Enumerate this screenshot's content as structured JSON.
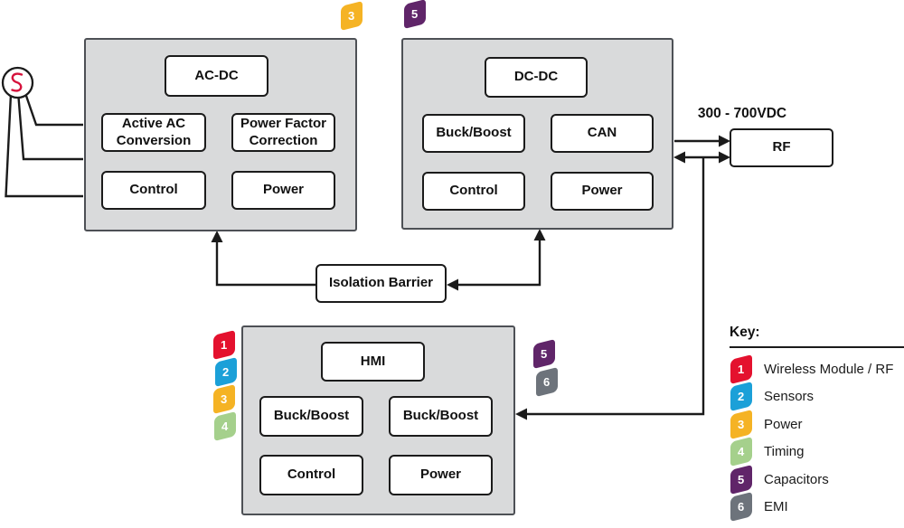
{
  "diagram": {
    "acdc": {
      "title": "AC-DC",
      "cell1": "Active AC Conversion",
      "cell2": "Power Factor Correction",
      "cell3": "Control",
      "cell4": "Power"
    },
    "dcdc": {
      "title": "DC-DC",
      "cell1": "Buck/Boost",
      "cell2": "CAN",
      "cell3": "Control",
      "cell4": "Power"
    },
    "hmi": {
      "title": "HMI",
      "cell1": "Buck/Boost",
      "cell2": "Buck/Boost",
      "cell3": "Control",
      "cell4": "Power"
    },
    "isolation_barrier": "Isolation Barrier",
    "rf_label": "RF",
    "bus_label": "300 - 700VDC",
    "ac_source": "ac-mains-source"
  },
  "legend": {
    "title": "Key:",
    "items": [
      {
        "num": "1",
        "label": "Wireless Module / RF",
        "color": "#e4112e"
      },
      {
        "num": "2",
        "label": "Sensors",
        "color": "#1ba0d8"
      },
      {
        "num": "3",
        "label": "Power",
        "color": "#f5b324"
      },
      {
        "num": "4",
        "label": "Timing",
        "color": "#a5d08c"
      },
      {
        "num": "5",
        "label": "Capacitors",
        "color": "#602569"
      },
      {
        "num": "6",
        "label": "EMI",
        "color": "#6d737b"
      }
    ]
  },
  "colors": {
    "block_fill": "#d9dadb",
    "block_border": "#4d5055",
    "line": "#1b1b1b",
    "sine": "#d6123c"
  }
}
